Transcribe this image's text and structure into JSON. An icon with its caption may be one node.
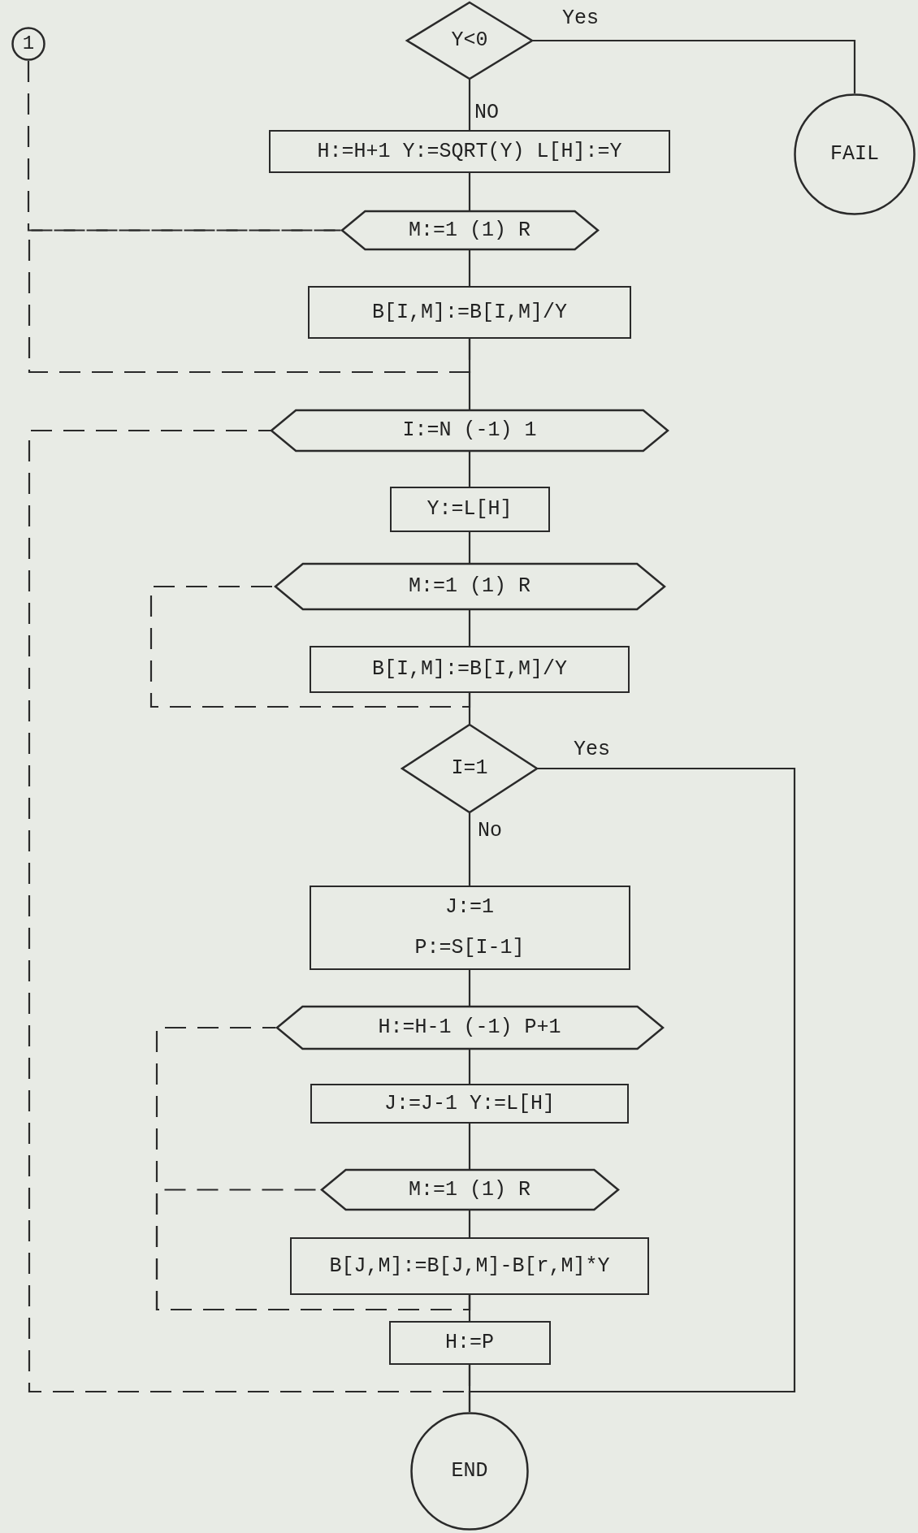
{
  "diagram": {
    "nodes": [
      {
        "text": [
          "1"
        ]
      },
      {
        "text": [
          "Y<0"
        ]
      },
      {
        "text": [
          "FAIL"
        ]
      },
      {
        "text": [
          "H:=H+1 Y:=SQRT(Y) L[H]:=Y"
        ]
      },
      {
        "text": [
          "M:=1 (1) R"
        ]
      },
      {
        "text": [
          "B[I,M]:=B[I,M]/Y"
        ]
      },
      {
        "text": [
          "I:=N (-1) 1"
        ]
      },
      {
        "text": [
          "Y:=L[H]"
        ]
      },
      {
        "text": [
          "M:=1 (1) R"
        ]
      },
      {
        "text": [
          "B[I,M]:=B[I,M]/Y"
        ]
      },
      {
        "text": [
          "I=1"
        ]
      },
      {
        "text": [
          "J:=1",
          "P:=S[I-1]"
        ]
      },
      {
        "text": [
          "H:=H-1 (-1) P+1"
        ]
      },
      {
        "text": [
          "J:=J-1 Y:=L[H]"
        ]
      },
      {
        "text": [
          "M:=1 (1) R"
        ]
      },
      {
        "text": [
          "B[J,M]:=B[J,M]-B[r,M]*Y"
        ]
      },
      {
        "text": [
          "H:=P"
        ]
      },
      {
        "text": [
          "END"
        ]
      }
    ],
    "edges": [
      {
        "from": 1,
        "to": 3,
        "arrow": "none",
        "label": "NO"
      },
      {
        "from": 1,
        "to": 2,
        "arrow": "none",
        "label": "Yes"
      },
      {
        "from": 3,
        "to": 4,
        "arrow": "none"
      },
      {
        "from": 4,
        "to": 5,
        "arrow": "none"
      },
      {
        "from": 5,
        "to": 6,
        "arrow": "none"
      },
      {
        "from": 6,
        "to": 7,
        "arrow": "none"
      },
      {
        "from": 7,
        "to": 8,
        "arrow": "none"
      },
      {
        "from": 8,
        "to": 9,
        "arrow": "none"
      },
      {
        "from": 9,
        "to": 10,
        "arrow": "none"
      },
      {
        "from": 10,
        "to": 11,
        "arrow": "none",
        "label": "No"
      },
      {
        "from": 11,
        "to": 12,
        "arrow": "none"
      },
      {
        "from": 12,
        "to": 13,
        "arrow": "none"
      },
      {
        "from": 13,
        "to": 14,
        "arrow": "none"
      },
      {
        "from": 14,
        "to": 15,
        "arrow": "none"
      },
      {
        "from": 15,
        "to": 16,
        "arrow": "none"
      },
      {
        "from": 16,
        "to": 17,
        "arrow": "none"
      },
      {
        "from": 10,
        "to": 17,
        "arrow": "none",
        "label": "Yes"
      },
      {
        "from": 5,
        "to": 4,
        "arrow": "none",
        "style": "dashed"
      },
      {
        "from": 0,
        "to": 4,
        "arrow": "none",
        "style": "dashed"
      },
      {
        "from": 9,
        "to": 8,
        "arrow": "none",
        "style": "dashed"
      },
      {
        "from": 15,
        "to": 14,
        "arrow": "none",
        "style": "dashed"
      },
      {
        "from": 15,
        "to": 12,
        "arrow": "none",
        "style": "dashed"
      },
      {
        "from": 16,
        "to": 6,
        "arrow": "none",
        "style": "dashed"
      }
    ]
  }
}
